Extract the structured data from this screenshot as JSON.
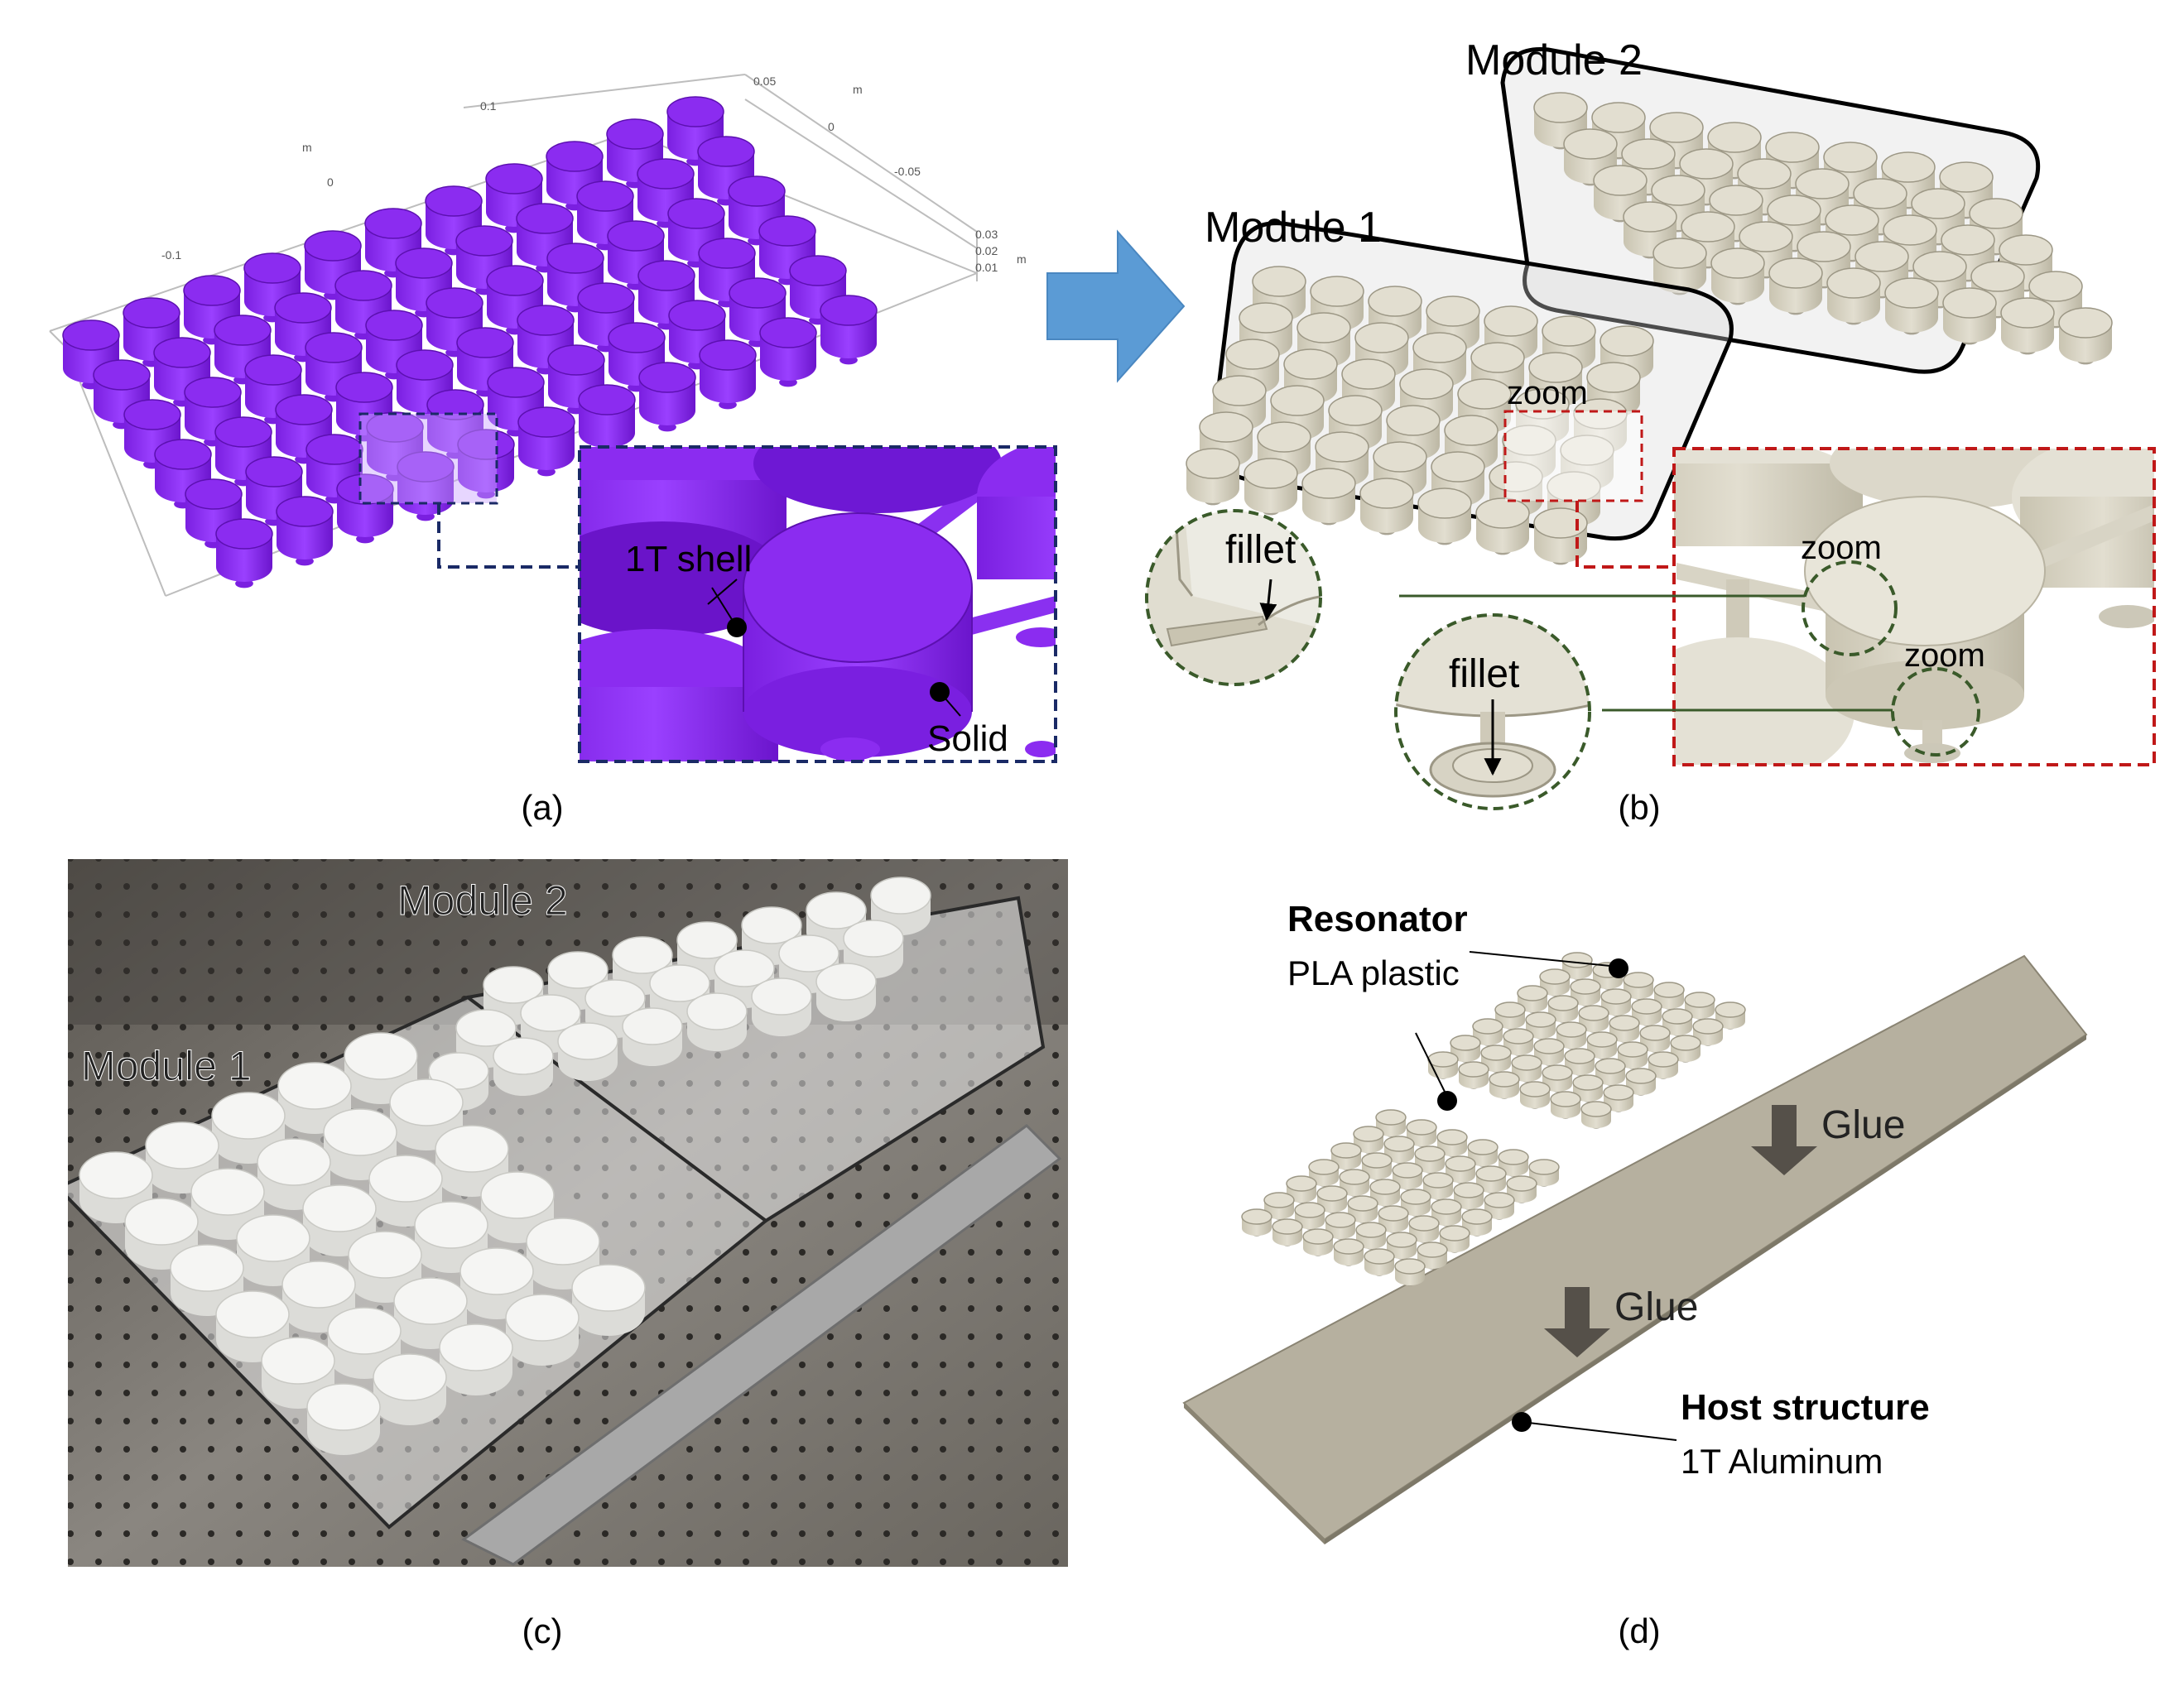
{
  "panel_a": {
    "caption": "(a)",
    "axis_ticks": [
      "0.1",
      "0.05",
      "0",
      "-0.05",
      "0",
      "-0.1",
      "0.03",
      "0.02",
      "0.01"
    ],
    "axis_units": [
      "m",
      "m",
      "m"
    ],
    "inset_labels": {
      "shell": "1T shell",
      "solid": "Solid"
    },
    "colors": {
      "resonator": "#8b2cf0",
      "resonator_dark": "#6a14c9",
      "inset_frame": "#1a2a66"
    }
  },
  "panel_b": {
    "caption": "(b)",
    "module1": "Module 1",
    "module2": "Module 2",
    "zoom_labels": [
      "zoom",
      "zoom",
      "zoom"
    ],
    "fillet_labels": [
      "fillet",
      "fillet"
    ],
    "colors": {
      "resonator": "#d9d5c6",
      "zoom_frame": "#c01818",
      "fillet_frame": "#3a5a2a"
    }
  },
  "panel_c": {
    "caption": "(c)",
    "module1": "Module 1",
    "module2": "Module 2"
  },
  "panel_d": {
    "caption": "(d)",
    "resonator_title": "Resonator",
    "resonator_material": "PLA plastic",
    "glue_labels": [
      "Glue",
      "Glue"
    ],
    "host_title": "Host structure",
    "host_material": "1T Aluminum",
    "colors": {
      "plate": "#b6b09f",
      "arrow": "#555049"
    }
  },
  "arrow_color": "#5b9bd5"
}
